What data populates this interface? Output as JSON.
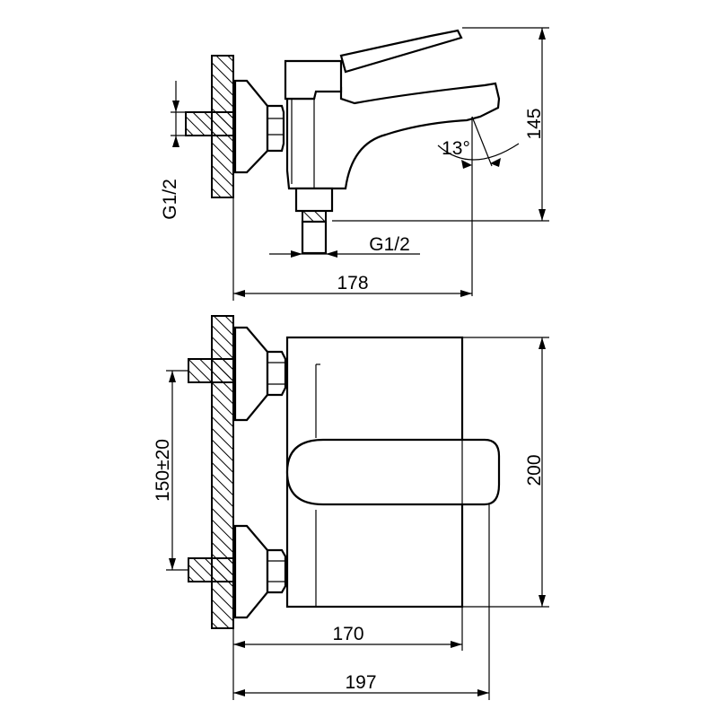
{
  "dimensions": {
    "top_height": "145",
    "top_inlet_wall": "G1/2",
    "top_outlet": "G1/2",
    "top_width": "178",
    "spout_angle": "13°",
    "front_height": "200",
    "front_spacing": "150±20",
    "front_depth": "170",
    "front_total": "197"
  }
}
